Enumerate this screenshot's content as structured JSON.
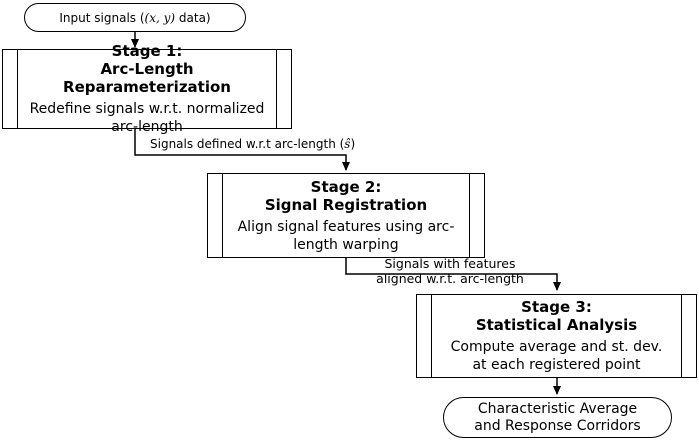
{
  "start": {
    "text_before": "Input signals (",
    "math": "(x, y)",
    "text_after": " data)"
  },
  "stages": [
    {
      "label": "Stage 1:",
      "title": "Arc-Length Reparameterization",
      "desc_line1": "Redefine signals w.r.t. normalized",
      "desc_line2": "arc-length"
    },
    {
      "label": "Stage 2:",
      "title": "Signal Registration",
      "desc_line1": "Align signal features using arc-",
      "desc_line2": "length warping"
    },
    {
      "label": "Stage 3:",
      "title": "Statistical Analysis",
      "desc_line1": "Compute average and st. dev.",
      "desc_line2": "at each registered point"
    }
  ],
  "edges": [
    {
      "text_before": "Signals defined w.r.t arc-length (",
      "math": "ŝ",
      "text_after": ")"
    },
    {
      "line1": "Signals with features",
      "line2": "aligned w.r.t. arc-length"
    }
  ],
  "end": {
    "line1": "Characteristic Average",
    "line2": "and Response Corridors"
  }
}
